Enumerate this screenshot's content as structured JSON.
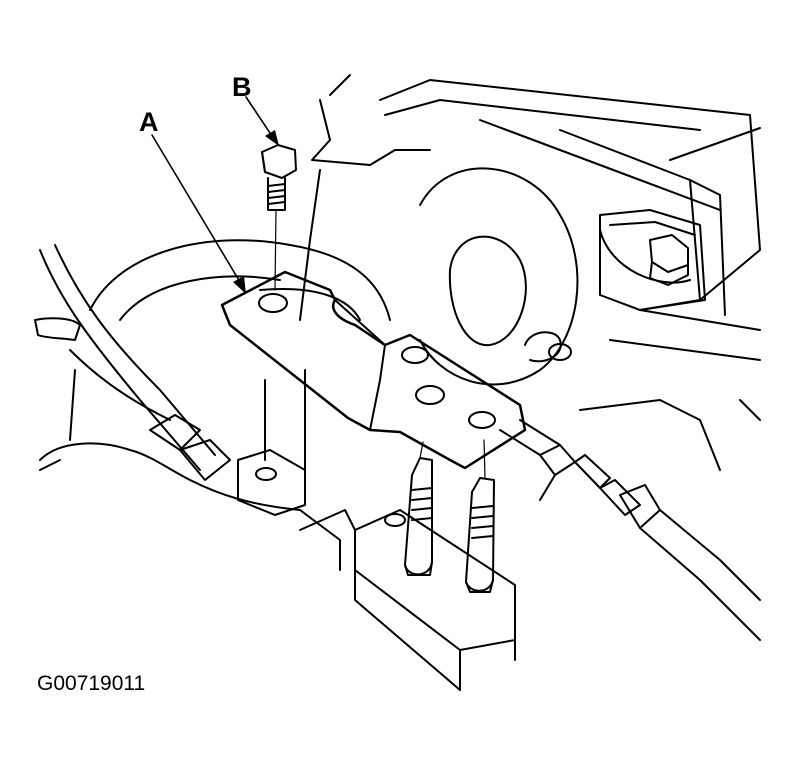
{
  "labels": {
    "bracket": "A",
    "bolt": "B"
  },
  "figure_code": "G00719011",
  "colors": {
    "ink": "#000000",
    "paper": "#ffffff"
  }
}
